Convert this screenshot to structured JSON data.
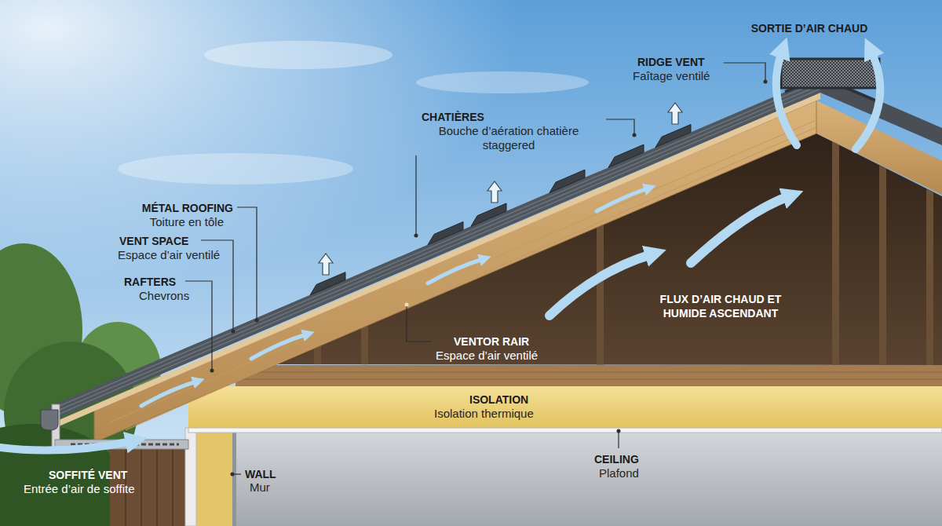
{
  "diagram": {
    "labels": [
      "SORTIE D’AIR CHAUD",
      "RIDGE VENT",
      "Faîtage ventilé",
      "CHATIÈRES",
      "Bouche d’aération chatière staggered",
      "MÉTAL ROOFING",
      "Toiture en tôle",
      "VENT SPACE",
      "Espace d’air ventilé",
      "RAFTERS",
      "Chevrons",
      "FLUX D’AIR CHAUD ET HUMIDE ASCENDANT",
      "VENTOR RAIR",
      "Espace d’air ventilé",
      "ISOLATION",
      "Isolation thermique",
      "CEILING",
      "Plafond",
      "WALL",
      "Mur",
      "SOFFITÉ VENT",
      "Entrée d’air de soffite"
    ]
  }
}
